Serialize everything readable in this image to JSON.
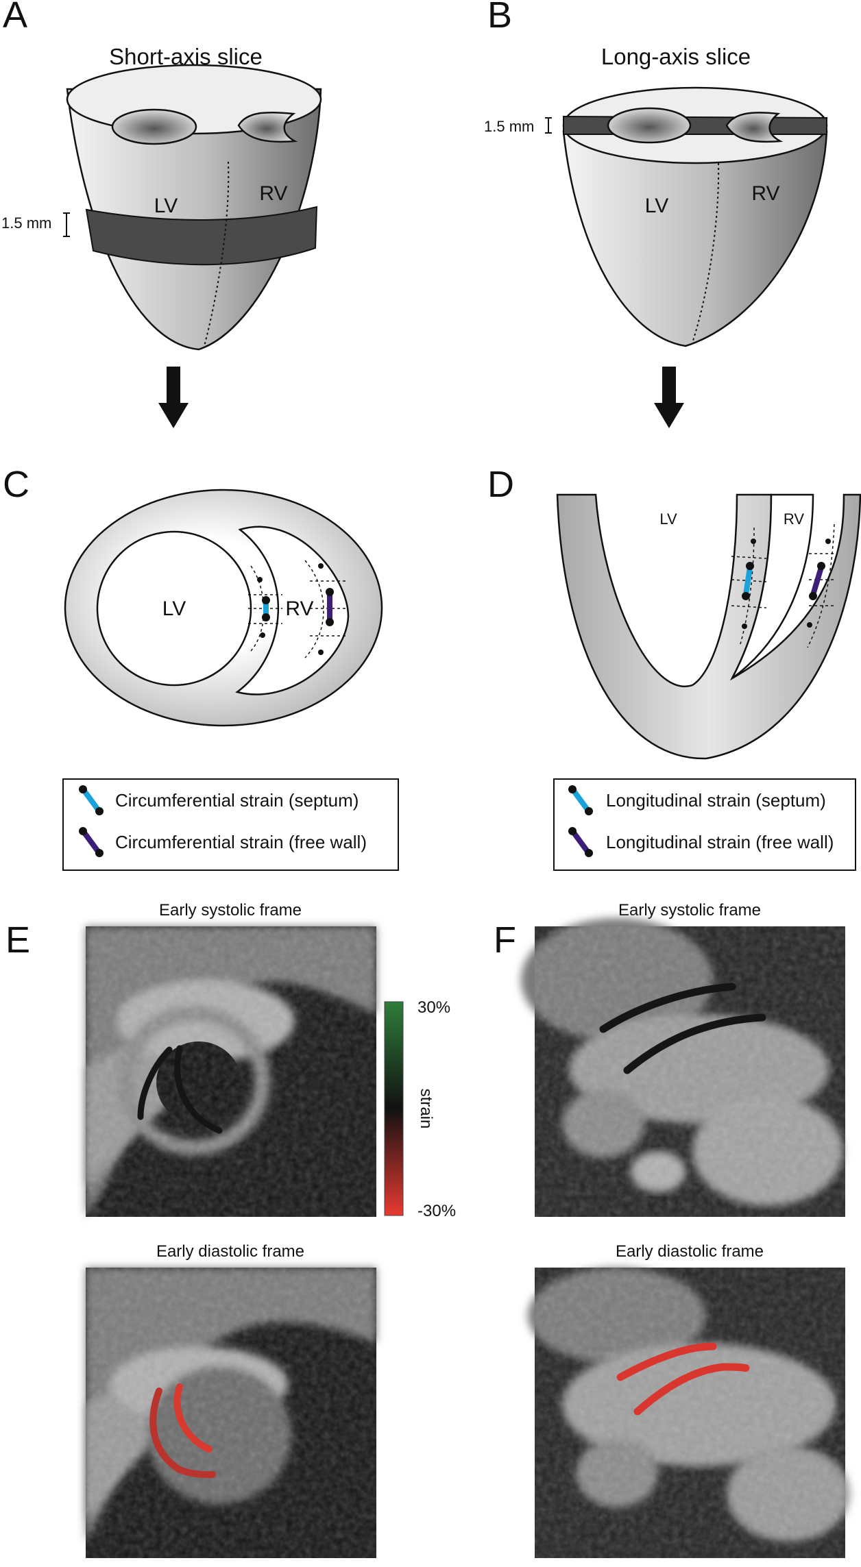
{
  "panels": {
    "A": {
      "letter": "A",
      "title": "Short-axis slice",
      "lv": "LV",
      "rv": "RV",
      "thickness": "1.5 mm"
    },
    "B": {
      "letter": "B",
      "title": "Long-axis slice",
      "lv": "LV",
      "rv": "RV",
      "thickness": "1.5 mm"
    },
    "C": {
      "letter": "C",
      "lv": "LV",
      "rv": "RV"
    },
    "D": {
      "letter": "D",
      "lv": "LV",
      "rv": "RV"
    },
    "E": {
      "letter": "E",
      "top_title": "Early systolic frame",
      "bottom_title": "Early diastolic frame"
    },
    "F": {
      "letter": "F",
      "top_title": "Early systolic frame",
      "bottom_title": "Early diastolic frame"
    }
  },
  "legend_left": {
    "items": [
      {
        "label": "Circumferential strain (septum)",
        "color": "#1aa3d9"
      },
      {
        "label": "Circumferential strain (free wall)",
        "color": "#3d1f7a"
      }
    ]
  },
  "legend_right": {
    "items": [
      {
        "label": "Longitudinal strain (septum)",
        "color": "#1aa3d9"
      },
      {
        "label": "Longitudinal strain (free wall)",
        "color": "#3d1f7a"
      }
    ]
  },
  "colorbar": {
    "max_label": "30%",
    "min_label": "-30%",
    "title": "strain",
    "colors": [
      "#2f7d3a",
      "#111111",
      "#e83a32"
    ]
  }
}
